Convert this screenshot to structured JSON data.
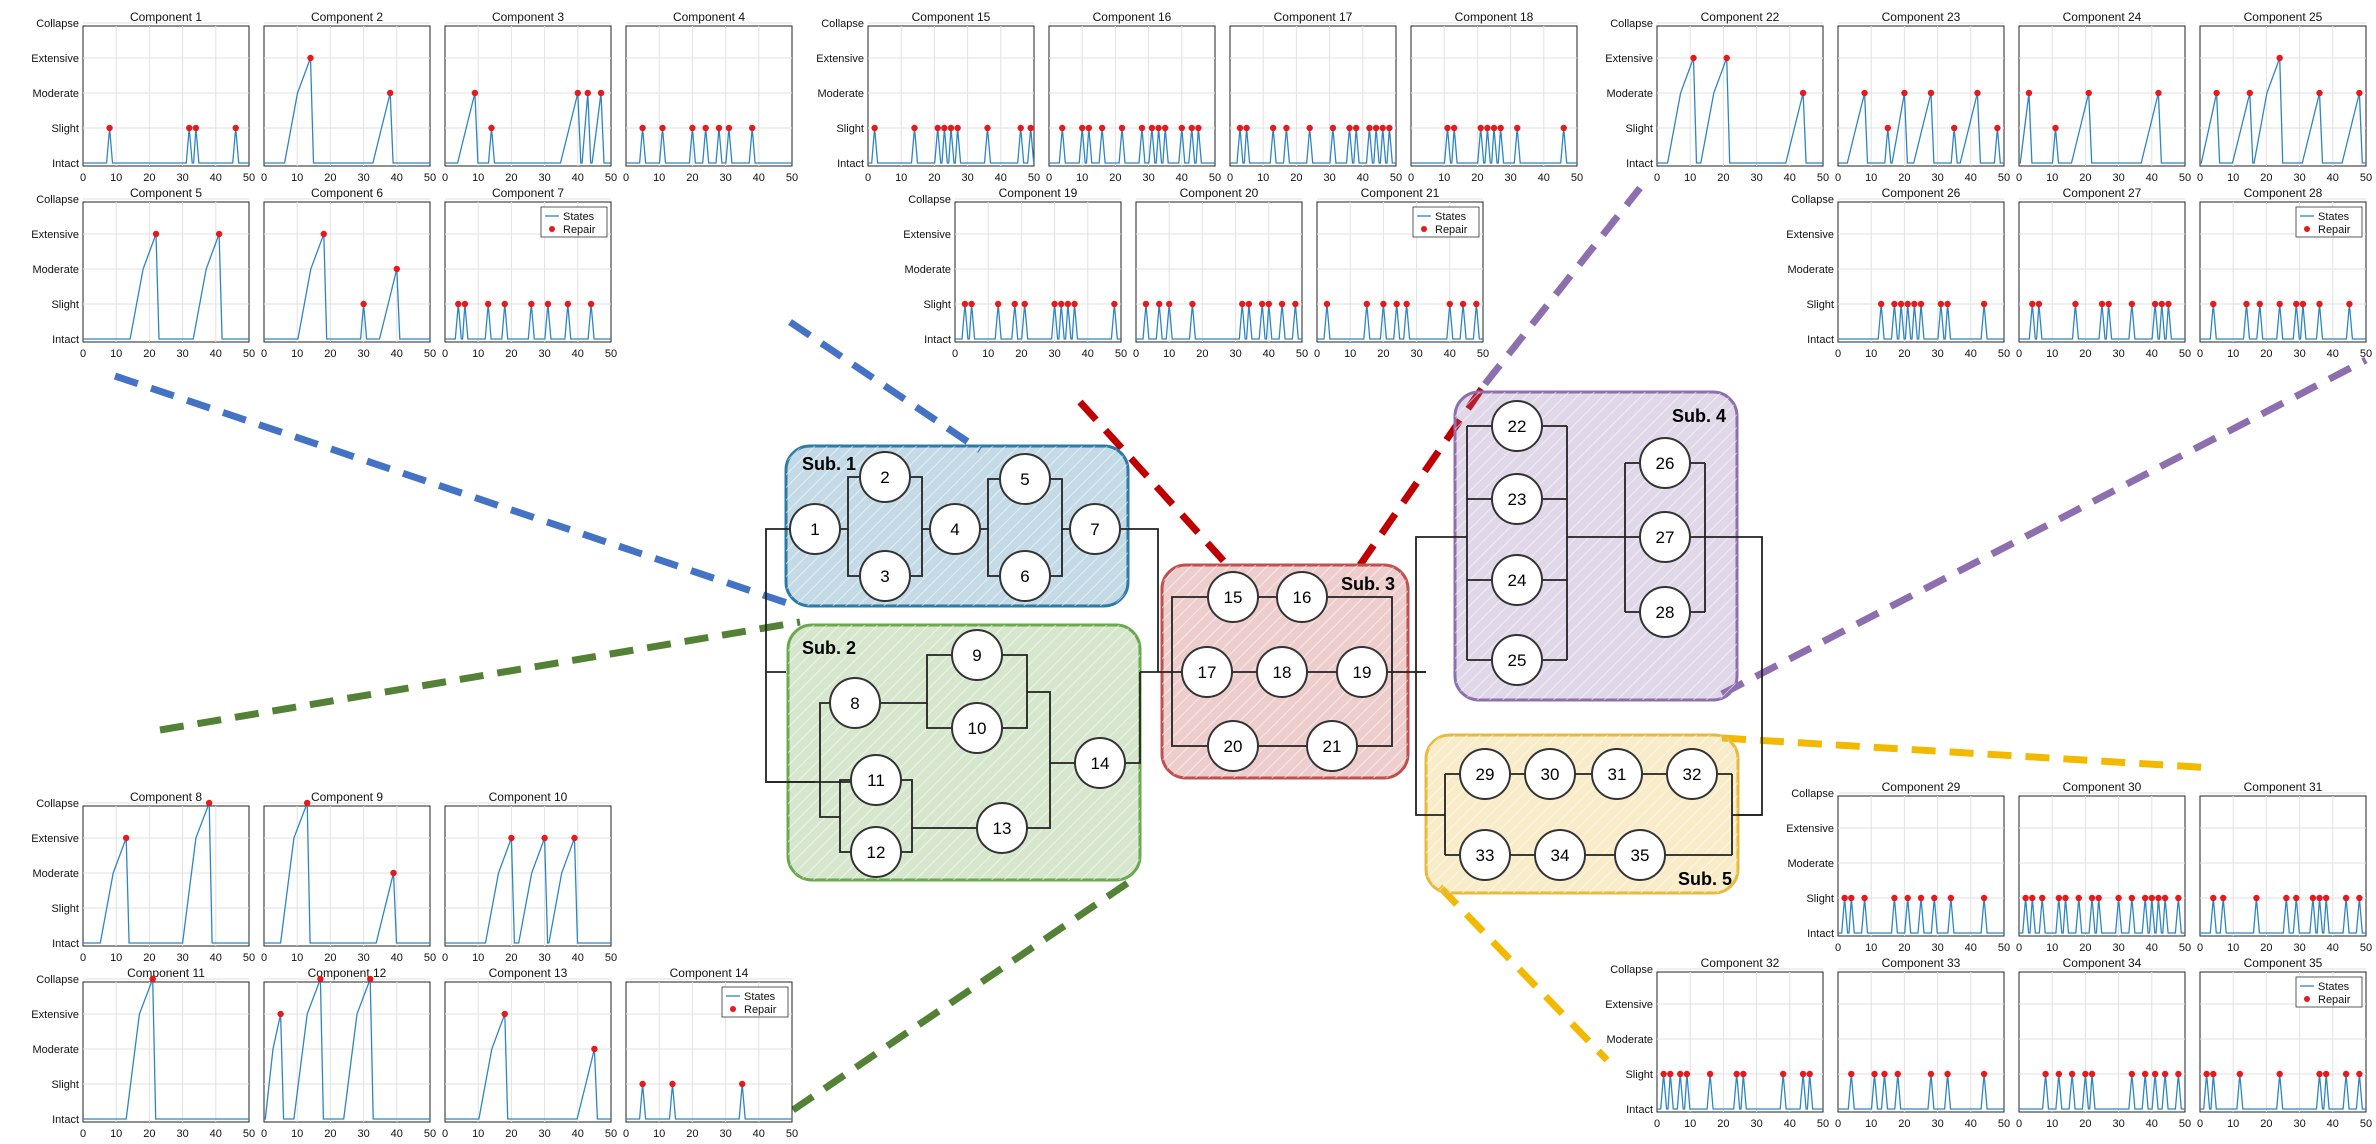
{
  "state_levels": [
    "Intact",
    "Slight",
    "Moderate",
    "Extensive",
    "Collapse"
  ],
  "x_ticks": [
    0,
    10,
    20,
    30,
    40,
    50
  ],
  "legend": {
    "states": "States",
    "repair": "Repair"
  },
  "colors": {
    "states_line": "#2e86c1",
    "repair_marker": "#e41a1c",
    "sub1": "#2b7ba6",
    "sub2": "#6aa84f",
    "sub3": "#c0504d",
    "sub4": "#8e6fae",
    "sub5": "#e7b93c",
    "leader_sub1": "#4472c4",
    "leader_sub2": "#538135",
    "leader_sub3": "#c00000",
    "leader_sub4": "#8e6fae",
    "leader_sub5": "#f2b900"
  },
  "subsystems": [
    {
      "label": "Sub. 1",
      "components": [
        1,
        2,
        3,
        4,
        5,
        6,
        7
      ]
    },
    {
      "label": "Sub. 2",
      "components": [
        8,
        9,
        10,
        11,
        12,
        13,
        14
      ]
    },
    {
      "label": "Sub. 3",
      "components": [
        15,
        16,
        17,
        18,
        19,
        20,
        21
      ]
    },
    {
      "label": "Sub. 4",
      "components": [
        22,
        23,
        24,
        25,
        26,
        27,
        28
      ]
    },
    {
      "label": "Sub. 5",
      "components": [
        29,
        30,
        31,
        32,
        33,
        34,
        35
      ]
    }
  ],
  "chart_data": {
    "type": "line",
    "xlim": [
      0,
      50
    ],
    "ylim": [
      "Intact",
      "Collapse"
    ],
    "y_categories": [
      "Intact",
      "Slight",
      "Moderate",
      "Extensive",
      "Collapse"
    ],
    "series_names": [
      "States",
      "Repair"
    ],
    "panels": [
      {
        "title": "Component 1",
        "repairs": [
          [
            8,
            1
          ],
          [
            32,
            1
          ],
          [
            34,
            1
          ],
          [
            46,
            1
          ]
        ]
      },
      {
        "title": "Component 2",
        "repairs": [
          [
            14,
            3
          ],
          [
            38,
            2
          ]
        ]
      },
      {
        "title": "Component 3",
        "repairs": [
          [
            9,
            2
          ],
          [
            14,
            1
          ],
          [
            40,
            2
          ],
          [
            43,
            2
          ],
          [
            47,
            2
          ]
        ]
      },
      {
        "title": "Component 4",
        "repairs": [
          [
            5,
            1
          ],
          [
            11,
            1
          ],
          [
            20,
            1
          ],
          [
            24,
            1
          ],
          [
            28,
            1
          ],
          [
            31,
            1
          ],
          [
            38,
            1
          ]
        ]
      },
      {
        "title": "Component 5",
        "repairs": [
          [
            22,
            3
          ],
          [
            41,
            3
          ]
        ]
      },
      {
        "title": "Component 6",
        "repairs": [
          [
            18,
            3
          ],
          [
            30,
            1
          ],
          [
            40,
            2
          ]
        ]
      },
      {
        "title": "Component 7",
        "repairs": [
          [
            4,
            1
          ],
          [
            6,
            1
          ],
          [
            13,
            1
          ],
          [
            18,
            1
          ],
          [
            26,
            1
          ],
          [
            31,
            1
          ],
          [
            37,
            1
          ],
          [
            44,
            1
          ]
        ]
      },
      {
        "title": "Component 8",
        "repairs": [
          [
            13,
            3
          ],
          [
            38,
            4
          ]
        ]
      },
      {
        "title": "Component 9",
        "repairs": [
          [
            13,
            4
          ],
          [
            39,
            2
          ]
        ]
      },
      {
        "title": "Component 10",
        "repairs": [
          [
            20,
            3
          ],
          [
            30,
            3
          ],
          [
            39,
            3
          ]
        ]
      },
      {
        "title": "Component 11",
        "repairs": [
          [
            21,
            4
          ]
        ]
      },
      {
        "title": "Component 12",
        "repairs": [
          [
            5,
            3
          ],
          [
            17,
            4
          ],
          [
            32,
            4
          ]
        ]
      },
      {
        "title": "Component 13",
        "repairs": [
          [
            18,
            3
          ],
          [
            45,
            2
          ]
        ]
      },
      {
        "title": "Component 14",
        "repairs": [
          [
            5,
            1
          ],
          [
            14,
            1
          ],
          [
            35,
            1
          ]
        ]
      },
      {
        "title": "Component 15",
        "repairs": [
          [
            2,
            1
          ],
          [
            14,
            1
          ],
          [
            21,
            1
          ],
          [
            23,
            1
          ],
          [
            25,
            1
          ],
          [
            27,
            1
          ],
          [
            36,
            1
          ],
          [
            46,
            1
          ],
          [
            49,
            1
          ]
        ]
      },
      {
        "title": "Component 16",
        "repairs": [
          [
            4,
            1
          ],
          [
            10,
            1
          ],
          [
            12,
            1
          ],
          [
            16,
            1
          ],
          [
            22,
            1
          ],
          [
            28,
            1
          ],
          [
            31,
            1
          ],
          [
            33,
            1
          ],
          [
            35,
            1
          ],
          [
            40,
            1
          ],
          [
            43,
            1
          ],
          [
            45,
            1
          ]
        ]
      },
      {
        "title": "Component 17",
        "repairs": [
          [
            3,
            1
          ],
          [
            5,
            1
          ],
          [
            13,
            1
          ],
          [
            17,
            1
          ],
          [
            24,
            1
          ],
          [
            31,
            1
          ],
          [
            36,
            1
          ],
          [
            38,
            1
          ],
          [
            42,
            1
          ],
          [
            44,
            1
          ],
          [
            46,
            1
          ],
          [
            48,
            1
          ]
        ]
      },
      {
        "title": "Component 18",
        "repairs": [
          [
            11,
            1
          ],
          [
            13,
            1
          ],
          [
            21,
            1
          ],
          [
            23,
            1
          ],
          [
            25,
            1
          ],
          [
            27,
            1
          ],
          [
            32,
            1
          ],
          [
            46,
            1
          ]
        ]
      },
      {
        "title": "Component 19",
        "repairs": [
          [
            3,
            1
          ],
          [
            5,
            1
          ],
          [
            13,
            1
          ],
          [
            18,
            1
          ],
          [
            21,
            1
          ],
          [
            30,
            1
          ],
          [
            32,
            1
          ],
          [
            34,
            1
          ],
          [
            36,
            1
          ],
          [
            48,
            1
          ]
        ]
      },
      {
        "title": "Component 20",
        "repairs": [
          [
            3,
            1
          ],
          [
            7,
            1
          ],
          [
            10,
            1
          ],
          [
            17,
            1
          ],
          [
            32,
            1
          ],
          [
            34,
            1
          ],
          [
            38,
            1
          ],
          [
            40,
            1
          ],
          [
            44,
            1
          ],
          [
            48,
            1
          ]
        ]
      },
      {
        "title": "Component 21",
        "repairs": [
          [
            3,
            1
          ],
          [
            15,
            1
          ],
          [
            20,
            1
          ],
          [
            24,
            1
          ],
          [
            27,
            1
          ],
          [
            40,
            1
          ],
          [
            44,
            1
          ],
          [
            48,
            1
          ]
        ]
      },
      {
        "title": "Component 22",
        "repairs": [
          [
            11,
            3
          ],
          [
            21,
            3
          ],
          [
            44,
            2
          ]
        ]
      },
      {
        "title": "Component 23",
        "repairs": [
          [
            8,
            2
          ],
          [
            15,
            1
          ],
          [
            20,
            2
          ],
          [
            28,
            2
          ],
          [
            35,
            1
          ],
          [
            42,
            2
          ],
          [
            48,
            1
          ]
        ]
      },
      {
        "title": "Component 24",
        "repairs": [
          [
            3,
            2
          ],
          [
            11,
            1
          ],
          [
            21,
            2
          ],
          [
            42,
            2
          ]
        ]
      },
      {
        "title": "Component 25",
        "repairs": [
          [
            5,
            2
          ],
          [
            15,
            2
          ],
          [
            24,
            3
          ],
          [
            36,
            2
          ],
          [
            48,
            2
          ]
        ]
      },
      {
        "title": "Component 26",
        "repairs": [
          [
            13,
            1
          ],
          [
            17,
            1
          ],
          [
            19,
            1
          ],
          [
            21,
            1
          ],
          [
            23,
            1
          ],
          [
            25,
            1
          ],
          [
            31,
            1
          ],
          [
            33,
            1
          ],
          [
            44,
            1
          ]
        ]
      },
      {
        "title": "Component 27",
        "repairs": [
          [
            4,
            1
          ],
          [
            6,
            1
          ],
          [
            17,
            1
          ],
          [
            25,
            1
          ],
          [
            27,
            1
          ],
          [
            34,
            1
          ],
          [
            41,
            1
          ],
          [
            43,
            1
          ],
          [
            45,
            1
          ]
        ]
      },
      {
        "title": "Component 28",
        "repairs": [
          [
            4,
            1
          ],
          [
            14,
            1
          ],
          [
            18,
            1
          ],
          [
            24,
            1
          ],
          [
            29,
            1
          ],
          [
            31,
            1
          ],
          [
            36,
            1
          ],
          [
            45,
            1
          ]
        ]
      },
      {
        "title": "Component 29",
        "repairs": [
          [
            2,
            1
          ],
          [
            4,
            1
          ],
          [
            8,
            1
          ],
          [
            17,
            1
          ],
          [
            21,
            1
          ],
          [
            25,
            1
          ],
          [
            29,
            1
          ],
          [
            34,
            1
          ],
          [
            44,
            1
          ]
        ]
      },
      {
        "title": "Component 30",
        "repairs": [
          [
            2,
            1
          ],
          [
            4,
            1
          ],
          [
            7,
            1
          ],
          [
            12,
            1
          ],
          [
            14,
            1
          ],
          [
            18,
            1
          ],
          [
            22,
            1
          ],
          [
            24,
            1
          ],
          [
            30,
            1
          ],
          [
            34,
            1
          ],
          [
            38,
            1
          ],
          [
            40,
            1
          ],
          [
            42,
            1
          ],
          [
            44,
            1
          ],
          [
            48,
            1
          ]
        ]
      },
      {
        "title": "Component 31",
        "repairs": [
          [
            4,
            1
          ],
          [
            7,
            1
          ],
          [
            17,
            1
          ],
          [
            26,
            1
          ],
          [
            29,
            1
          ],
          [
            34,
            1
          ],
          [
            36,
            1
          ],
          [
            38,
            1
          ],
          [
            44,
            1
          ],
          [
            48,
            1
          ]
        ]
      },
      {
        "title": "Component 32",
        "repairs": [
          [
            2,
            1
          ],
          [
            4,
            1
          ],
          [
            7,
            1
          ],
          [
            9,
            1
          ],
          [
            16,
            1
          ],
          [
            24,
            1
          ],
          [
            26,
            1
          ],
          [
            38,
            1
          ],
          [
            44,
            1
          ],
          [
            46,
            1
          ]
        ]
      },
      {
        "title": "Component 33",
        "repairs": [
          [
            4,
            1
          ],
          [
            11,
            1
          ],
          [
            14,
            1
          ],
          [
            18,
            1
          ],
          [
            28,
            1
          ],
          [
            33,
            1
          ],
          [
            44,
            1
          ]
        ]
      },
      {
        "title": "Component 34",
        "repairs": [
          [
            8,
            1
          ],
          [
            12,
            1
          ],
          [
            16,
            1
          ],
          [
            20,
            1
          ],
          [
            22,
            1
          ],
          [
            34,
            1
          ],
          [
            38,
            1
          ],
          [
            41,
            1
          ],
          [
            44,
            1
          ],
          [
            48,
            1
          ]
        ]
      },
      {
        "title": "Component 35",
        "repairs": [
          [
            2,
            1
          ],
          [
            4,
            1
          ],
          [
            12,
            1
          ],
          [
            24,
            1
          ],
          [
            36,
            1
          ],
          [
            38,
            1
          ],
          [
            44,
            1
          ],
          [
            48,
            1
          ]
        ]
      }
    ]
  }
}
